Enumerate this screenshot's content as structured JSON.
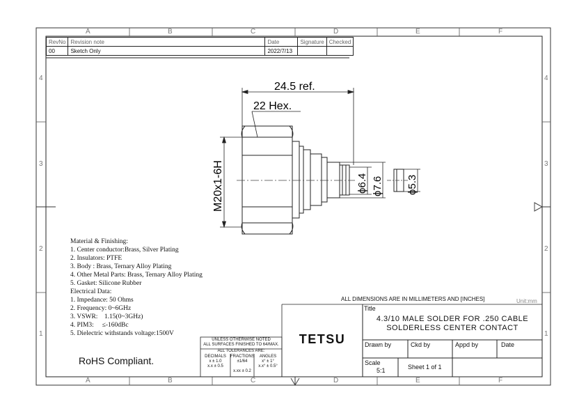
{
  "zones_top": [
    "A",
    "B",
    "C",
    "D",
    "E",
    "F"
  ],
  "zones_bottom": [
    "A",
    "B",
    "C",
    "D",
    "E",
    "F"
  ],
  "zones_left": [
    "4",
    "3",
    "2",
    "1"
  ],
  "zones_right": [
    "4",
    "3",
    "2",
    "1"
  ],
  "revision_table": {
    "headers": [
      "RevNo",
      "Revision note",
      "Date",
      "Signature",
      "Checked"
    ],
    "rows": [
      [
        "00",
        "Sketch Only",
        "2022/7/13",
        "",
        ""
      ]
    ]
  },
  "dimensions": {
    "length": "24.5 ref.",
    "hex": "22 Hex.",
    "thread": "M20x1-6H",
    "d1": "ϕ6.4",
    "d2": "ϕ7.6",
    "d3": "ϕ5.3"
  },
  "notes": {
    "heading": "Material & Finishing:",
    "materials": [
      "1. Center conductor:Brass, Silver Plating",
      "2. Insulators: PTFE",
      "3. Body : Brass, Ternary Alloy Plating",
      "4. Other Metal Parts: Brass, Ternary Alloy Plating",
      "5. Gasket: Silicone Rubber"
    ],
    "elec_heading": "Electrical Data:",
    "electrical": [
      "1. Impedance: 50 Ohms",
      "2. Frequency: 0~6GHz",
      "3. VSWR:    1.15(0~3GHz)",
      "4. PIM3:     ≤-160dBc",
      "5. Dielectric withstands voltage:1500V"
    ]
  },
  "rohs": "RoHS Compliant.",
  "tolerance_block": {
    "line1": "UNLESS OTHERWISE NOTED",
    "line2": "ALL SURFACES FINISHED TO 64/MAX.",
    "line3": "ALL TOLERANCES ARE:",
    "col_headers": [
      "DECIMALS",
      "FRACTIONS",
      "ANGLES"
    ],
    "decimals": [
      "x ± 1.0",
      "x.x ± 0.5",
      "x.xx ± 0.2"
    ],
    "fractions": [
      "±1/64"
    ],
    "angles": [
      "x° ± 1°",
      "x.x° ± 0.5°"
    ]
  },
  "title_block": {
    "all_dims_note": "ALL DIMENSIONS ARE IN MILLIMETERS AND [INCHES]",
    "unit": "Unit:mm",
    "title_label": "Title",
    "title_line1": "4.3/10 MALE SOLDER FOR .250 CABLE",
    "title_line2": "SOLDERLESS CENTER CONTACT",
    "company": "TETSU",
    "drawn_by": "Drawn by",
    "ckd_by": "Ckd by",
    "appd_by": "Appd by",
    "date": "Date",
    "scale_label": "Scale",
    "scale_value": "5:1",
    "sheet": "Sheet 1 of 1"
  }
}
